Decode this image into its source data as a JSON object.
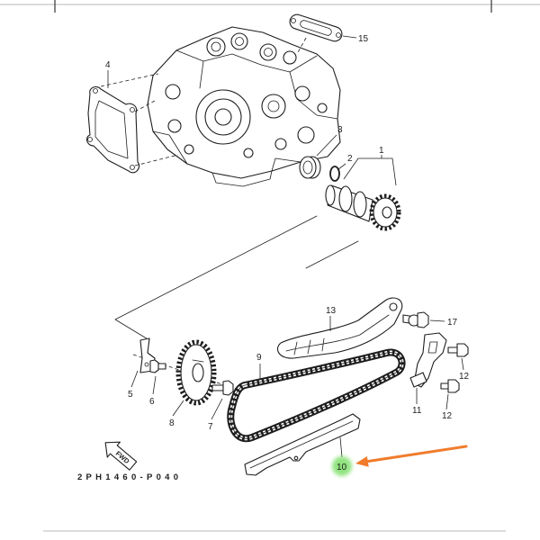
{
  "diagram": {
    "code": "2PH1460-P040",
    "fwd_label": "FWD",
    "callouts": [
      "15",
      "4",
      "3",
      "2",
      "1",
      "13",
      "17",
      "9",
      "12",
      "12",
      "11",
      "5",
      "6",
      "8",
      "7",
      "10"
    ]
  },
  "colors": {
    "line": "#1e1e1e",
    "pointer_arrow": "#f07c2c",
    "highlight": "#7fe06a"
  }
}
